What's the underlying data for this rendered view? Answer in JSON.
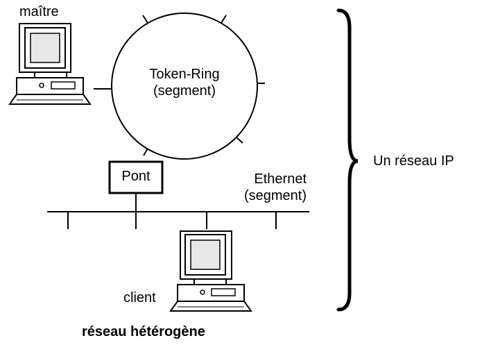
{
  "labels": {
    "master": "maître",
    "client": "client",
    "ring_line1": "Token-Ring",
    "ring_line2": "(segment)",
    "bridge": "Pont",
    "ethernet_line1": "Ethernet",
    "ethernet_line2": "(segment)",
    "network": "Un réseau IP",
    "caption": "réseau hétérogène"
  },
  "icons": {
    "master_computer": "desktop-computer-icon",
    "client_computer": "desktop-computer-icon"
  },
  "colors": {
    "stroke": "#000000",
    "background": "#ffffff",
    "screen": "#e8e8e8"
  }
}
